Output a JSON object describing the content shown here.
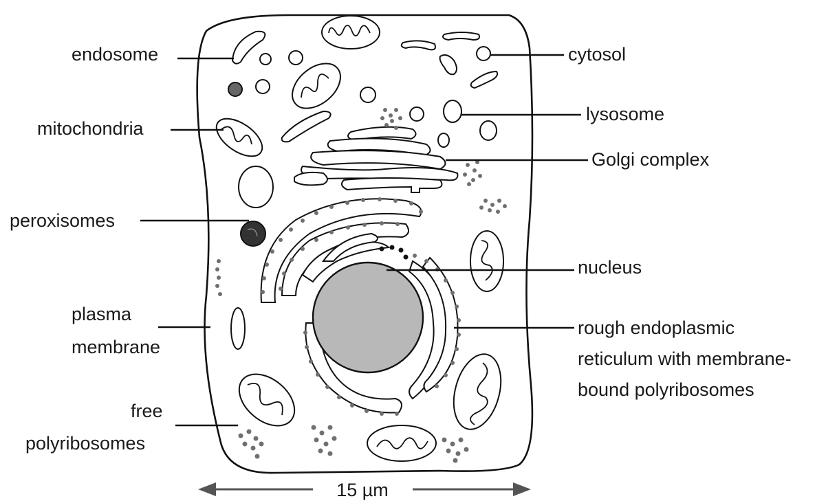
{
  "labels": {
    "endosome": "endosome",
    "mitochondria": "mitochondria",
    "peroxisomes": "peroxisomes",
    "plasma_membrane_line1": "plasma",
    "plasma_membrane_line2": "membrane",
    "free_polyribosomes_line1": "free",
    "free_polyribosomes_line2": "polyribosomes",
    "cytosol": "cytosol",
    "lysosome": "lysosome",
    "golgi_complex": "Golgi complex",
    "nucleus": "nucleus",
    "rough_er_line1": "rough endoplasmic",
    "rough_er_line2": "reticulum with membrane-",
    "rough_er_line3": "bound polyribosomes"
  },
  "scale": {
    "value": "15 µm"
  },
  "colors": {
    "outline": "#111111",
    "nucleus_fill": "#b8b8b8",
    "ribosome": "#707070",
    "peroxisome": "#333333"
  }
}
